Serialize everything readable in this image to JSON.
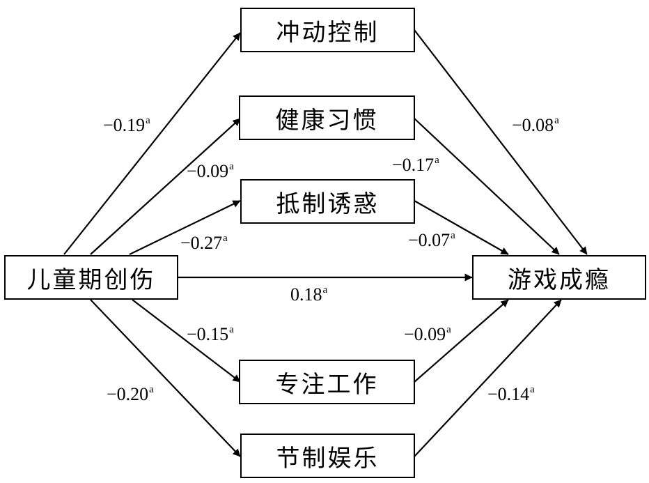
{
  "nodes": {
    "source": "儿童期创伤",
    "outcome": "游戏成瘾",
    "mediators": [
      "冲动控制",
      "健康习惯",
      "抵制诱惑",
      "专注工作",
      "节制娱乐"
    ]
  },
  "coefficients": {
    "a_paths": [
      "−0.19",
      "−0.09",
      "−0.27",
      "−0.15",
      "−0.20"
    ],
    "b_paths": [
      "−0.08",
      "−0.17",
      "−0.07",
      "−0.09",
      "−0.14"
    ],
    "direct": "0.18",
    "significance_mark": "a"
  },
  "colors": {
    "line": "#000000",
    "box_fill": "#ffffff",
    "text": "#000000"
  }
}
